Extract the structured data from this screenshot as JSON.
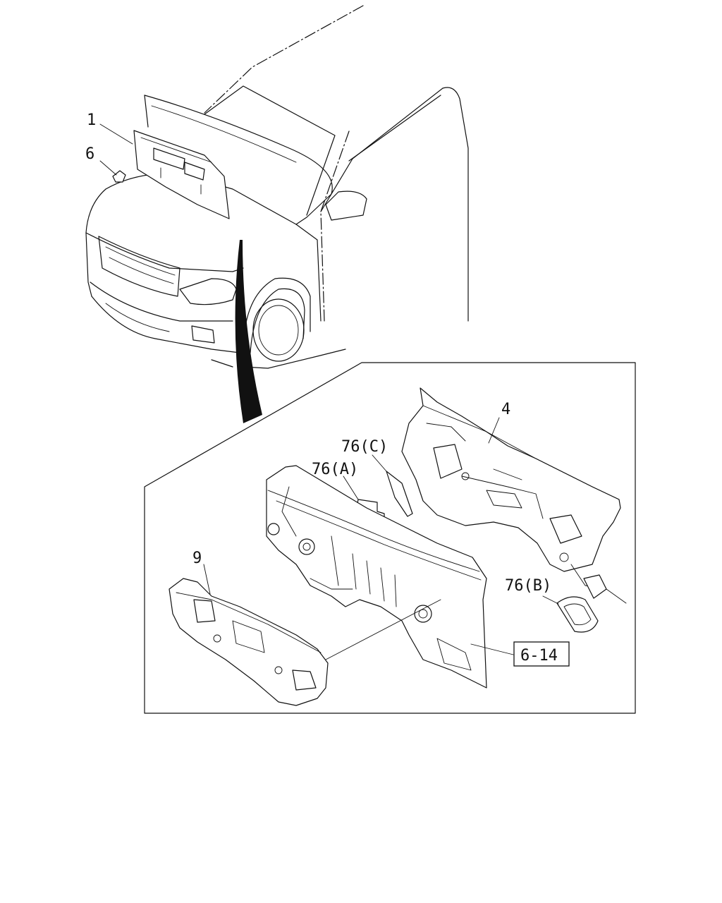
{
  "callouts": {
    "c1": "1",
    "c6": "6",
    "c4": "4",
    "c76c": "76(C)",
    "c76a": "76(A)",
    "c9": "9",
    "c76b": "76(B)",
    "ref": "6-14"
  }
}
